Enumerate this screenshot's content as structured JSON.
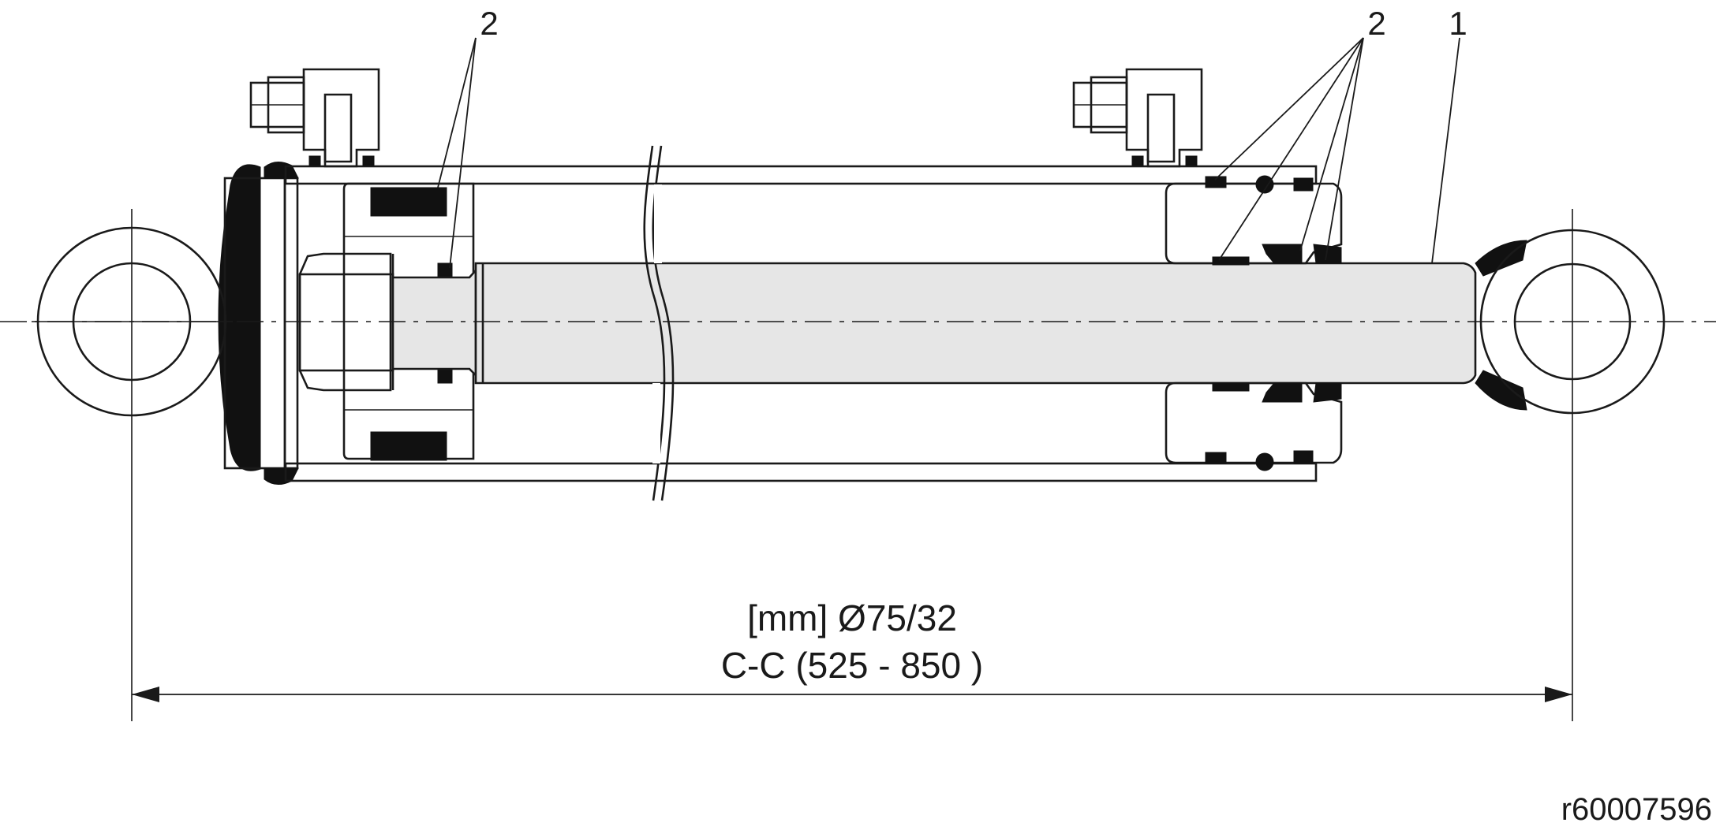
{
  "callouts": {
    "left_seal": "2",
    "right_seals": "2",
    "rod": "1"
  },
  "dimension": {
    "size_line": "[mm] Ø75/32",
    "cc_line": "C-C (525 - 850 )"
  },
  "drawing_ref": "r60007596",
  "colors": {
    "line": "#1a1a1a",
    "rod_fill": "#e6e6e6",
    "seal_fill": "#111111",
    "background": "#ffffff"
  }
}
